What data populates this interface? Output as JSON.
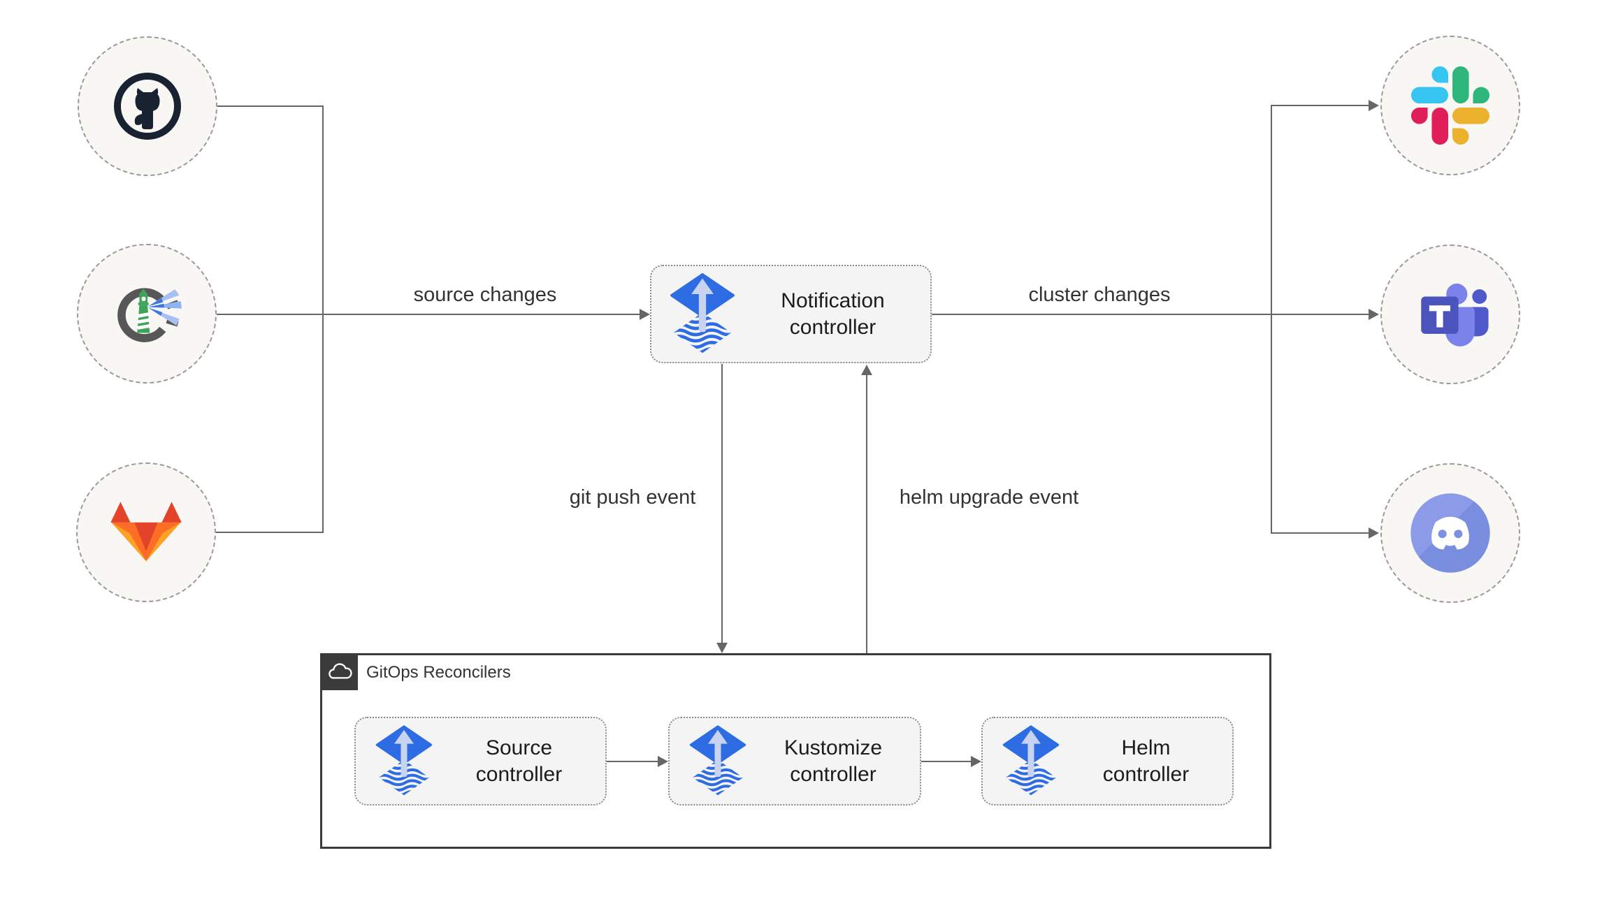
{
  "diagram": {
    "source_icons": [
      {
        "icon": "github-icon"
      },
      {
        "icon": "harbor-icon"
      },
      {
        "icon": "gitlab-icon"
      }
    ],
    "target_icons": [
      {
        "icon": "slack-icon"
      },
      {
        "icon": "teams-icon"
      },
      {
        "icon": "discord-icon"
      }
    ],
    "notification": {
      "icon": "flux-icon",
      "lines": [
        "Notification",
        "controller"
      ]
    },
    "edges": {
      "source_changes": "source changes",
      "cluster_changes": "cluster changes",
      "git_push_event": "git push event",
      "helm_upgrade_event": "helm upgrade event"
    },
    "reconcilers": {
      "title": "GitOps Reconcilers",
      "corner_icon": "cloud-icon",
      "controllers": [
        {
          "icon": "flux-icon",
          "lines": [
            "Source",
            "controller"
          ]
        },
        {
          "icon": "flux-icon",
          "lines": [
            "Kustomize",
            "controller"
          ]
        },
        {
          "icon": "flux-icon",
          "lines": [
            "Helm",
            "controller"
          ]
        }
      ]
    },
    "colors": {
      "line": "#666666",
      "text": "#1f1f1f",
      "box_fill": "#f4f4f4",
      "box_border": "#8a8a8a",
      "container_border": "#3b3b3b",
      "circle_fill": "#f8f7f4",
      "circle_border": "#9a9a9a",
      "flux_blue": "#2e6ce4",
      "flux_arrow_light": "#c7d3ef",
      "github_dark": "#182230",
      "gitlab_red": "#e24329",
      "gitlab_orange": "#fc6d26",
      "gitlab_yellow": "#fca326",
      "slack_blue": "#36c5f0",
      "slack_green": "#2eb67d",
      "slack_yellow": "#ecb22e",
      "slack_red": "#e01e5a",
      "teams_dark": "#4b53bc",
      "teams_light": "#7b83eb",
      "teams_mid": "#5059c9",
      "discord_blurple": "#7a8ee0",
      "harbor_gray": "#575757",
      "harbor_green": "#3fa45a",
      "harbor_beam": "#8fb3f0"
    }
  }
}
